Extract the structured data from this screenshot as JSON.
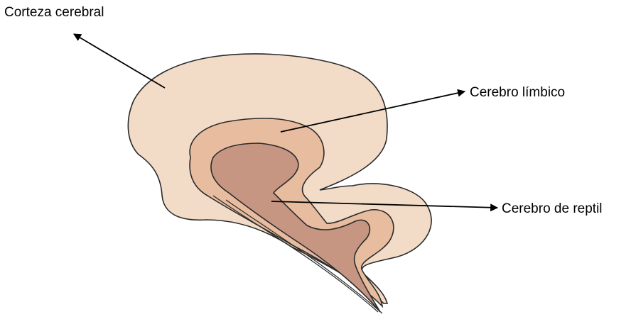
{
  "labels": {
    "cortex": "Corteza cerebral",
    "limbic": "Cerebro límbico",
    "reptile": "Cerebro de reptil"
  },
  "colors": {
    "cortex_fill": "#F2DCC8",
    "limbic_fill": "#E7BC9F",
    "reptile_fill": "#C69683",
    "outline": "#2b2b2b",
    "arrow": "#000000"
  }
}
